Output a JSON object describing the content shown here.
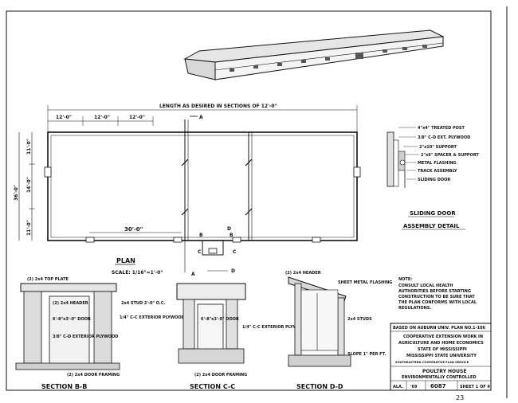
{
  "plan": {
    "length_dim": "LENGTH AS DESIRED IN SECTIONS OF 12'-0\"",
    "bays": [
      "12'-0\"",
      "12'-0\"",
      "12'-0\""
    ],
    "width_total": "36'-0\"",
    "width_parts": [
      "11'-0\"",
      "14'-0\"",
      "11'-0\""
    ],
    "door_dim": "30'-0\"",
    "title": "PLAN",
    "scale": "SCALE: 1/16\"=1'-0\"",
    "markers": {
      "a": "A",
      "b": "B",
      "c": "C",
      "d": "D"
    }
  },
  "detail": {
    "labels": [
      "4\"x4\" TREATED POST",
      "3/8\" C-D EXT. PLYWOOD",
      "2\"x10\" SUPPORT",
      "2\"x6\" SPACER & SUPPORT",
      "METAL FLASHING",
      "TRACK ASSEMBLY",
      "SLIDING DOOR"
    ],
    "title_line1": "SLIDING DOOR",
    "title_line2": "ASSEMBLY DETAIL"
  },
  "section_bb": {
    "top_plate": "(2) 2x4 TOP PLATE",
    "header": "(2) 2x4 HEADER",
    "door": "6'-8\"x3'-0\" DOOR",
    "ext_ply": "3/8\" C-D EXTERIOR PLYWOOD",
    "stud": "2x4 STUD 2'-0\" O.C.",
    "ext_ply2": "1/4\" C-C EXTERIOR PLYWOOD",
    "framing": "(2) 2x4 DOOR FRAMING",
    "title": "SECTION B-B"
  },
  "section_cc": {
    "door": "6'-8\"x3'-0\" DOOR",
    "ext_ply": "1/4\" C-C EXTERIOR PLYWOOD",
    "framing": "(2) 2x4 DOOR FRAMING",
    "title": "SECTION C-C"
  },
  "section_dd": {
    "header": "(2) 2x4 HEADER",
    "flashing": "SHEET METAL FLASHING",
    "studs": "2x4 STUDS",
    "slope": "SLOPE 1\" PER FT.",
    "title": "SECTION D-D"
  },
  "note": {
    "heading": "NOTE:",
    "text": [
      "CONSULT LOCAL HEALTH",
      "AUTHORITIES BEFORE STARTING",
      "CONSTRUCTION TO BE SURE THAT",
      "THE PLAN CONFORMS WITH LOCAL",
      "REGULATIONS."
    ]
  },
  "title_block": {
    "based_on": "BASED ON AUBURN UNIV. PLAN NO.1-106",
    "coop1": "COOPERATIVE EXTENSION WORK IN",
    "coop2": "AGRICULTURE AND HOME ECONOMICS",
    "state": "STATE OF MISSISSIPPI",
    "univ": "MISSISSIPPI STATE UNIVERSITY",
    "small": "SOUTHEASTERN COOPERATIVE PLAN SERVICE",
    "name1": "POULTRY HOUSE",
    "name2": "ENVIRONMENTALLY CONTROLLED",
    "state_abbr": "ALA.",
    "year": "'69",
    "plan_no": "6087",
    "sheet": "SHEET 1 OF 4"
  },
  "page_number": "23"
}
